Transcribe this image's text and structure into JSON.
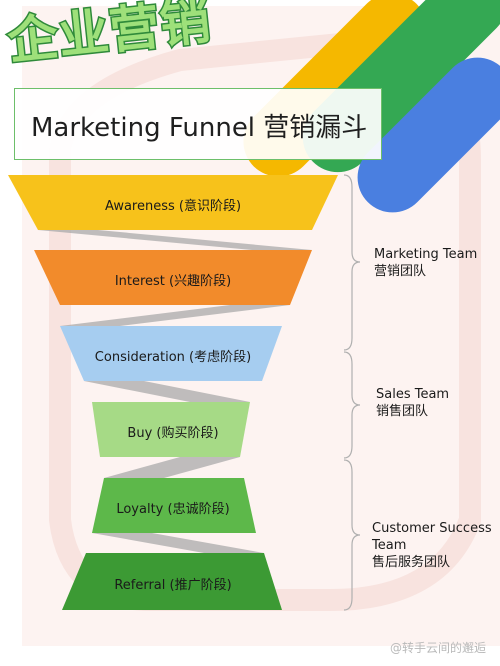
{
  "header": {
    "brand_text": "企业营销",
    "title": "Marketing Funnel 营销漏斗"
  },
  "stages": [
    {
      "label": "Awareness (意识阶段)",
      "color": "#f7c21b"
    },
    {
      "label": "Interest (兴趣阶段)",
      "color": "#f28b2b"
    },
    {
      "label": "Consideration (考虑阶段)",
      "color": "#a6cdf0"
    },
    {
      "label": "Buy (购买阶段)",
      "color": "#a6da86"
    },
    {
      "label": "Loyalty (忠诚阶段)",
      "color": "#5db84a"
    },
    {
      "label": "Referral (推广阶段)",
      "color": "#3c9a34"
    }
  ],
  "teams": [
    {
      "lines": [
        "Marketing Team",
        "营销团队"
      ]
    },
    {
      "lines": [
        "Sales Team",
        "销售团队"
      ]
    },
    {
      "lines": [
        "Customer Success",
        "Team",
        "售后服务团队"
      ]
    }
  ],
  "watermark": "@转手云间的邂逅",
  "colors": {
    "deco_yellow": "#f5b800",
    "deco_green": "#34a853",
    "deco_blue": "#4a7fe0",
    "deco_pink": "#f8e3df",
    "brace": "#b0b0b0"
  }
}
